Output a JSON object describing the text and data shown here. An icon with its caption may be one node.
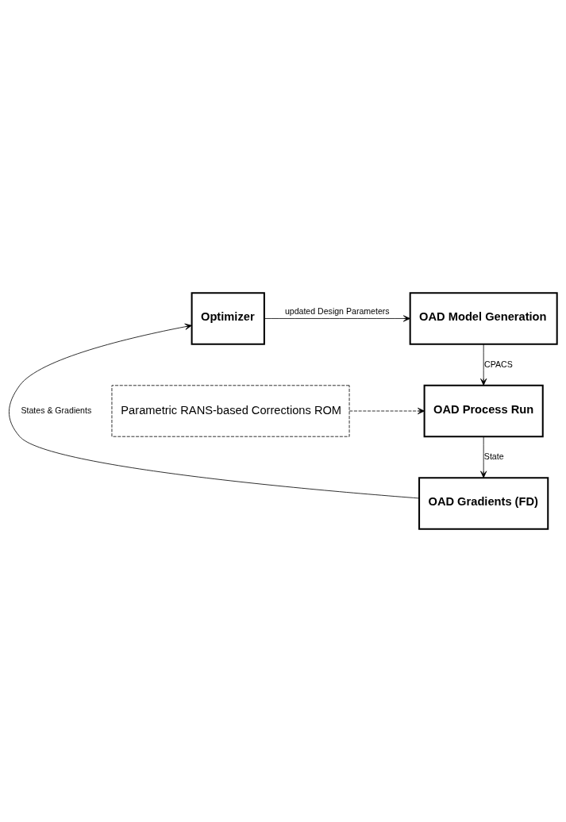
{
  "diagram": {
    "nodes": [
      {
        "text": [
          "Optimizer"
        ]
      },
      {
        "text": [
          "OAD Model Generation"
        ]
      },
      {
        "text": [
          "Parametric RANS-based Corrections ROM"
        ]
      },
      {
        "text": [
          "OAD Process Run"
        ]
      },
      {
        "text": [
          "OAD Gradients (FD)"
        ]
      }
    ],
    "edges": [
      {
        "from": 0,
        "to": 1,
        "arrow": "to",
        "label": "updated Design Parameters"
      },
      {
        "from": 1,
        "to": 3,
        "arrow": "to",
        "label": "CPACS"
      },
      {
        "from": 2,
        "to": 3,
        "arrow": "to",
        "style": "dashed"
      },
      {
        "from": 3,
        "to": 4,
        "arrow": "to",
        "label": "State"
      },
      {
        "from": 4,
        "to": 0,
        "arrow": "to",
        "label": "States & Gradients"
      }
    ]
  }
}
